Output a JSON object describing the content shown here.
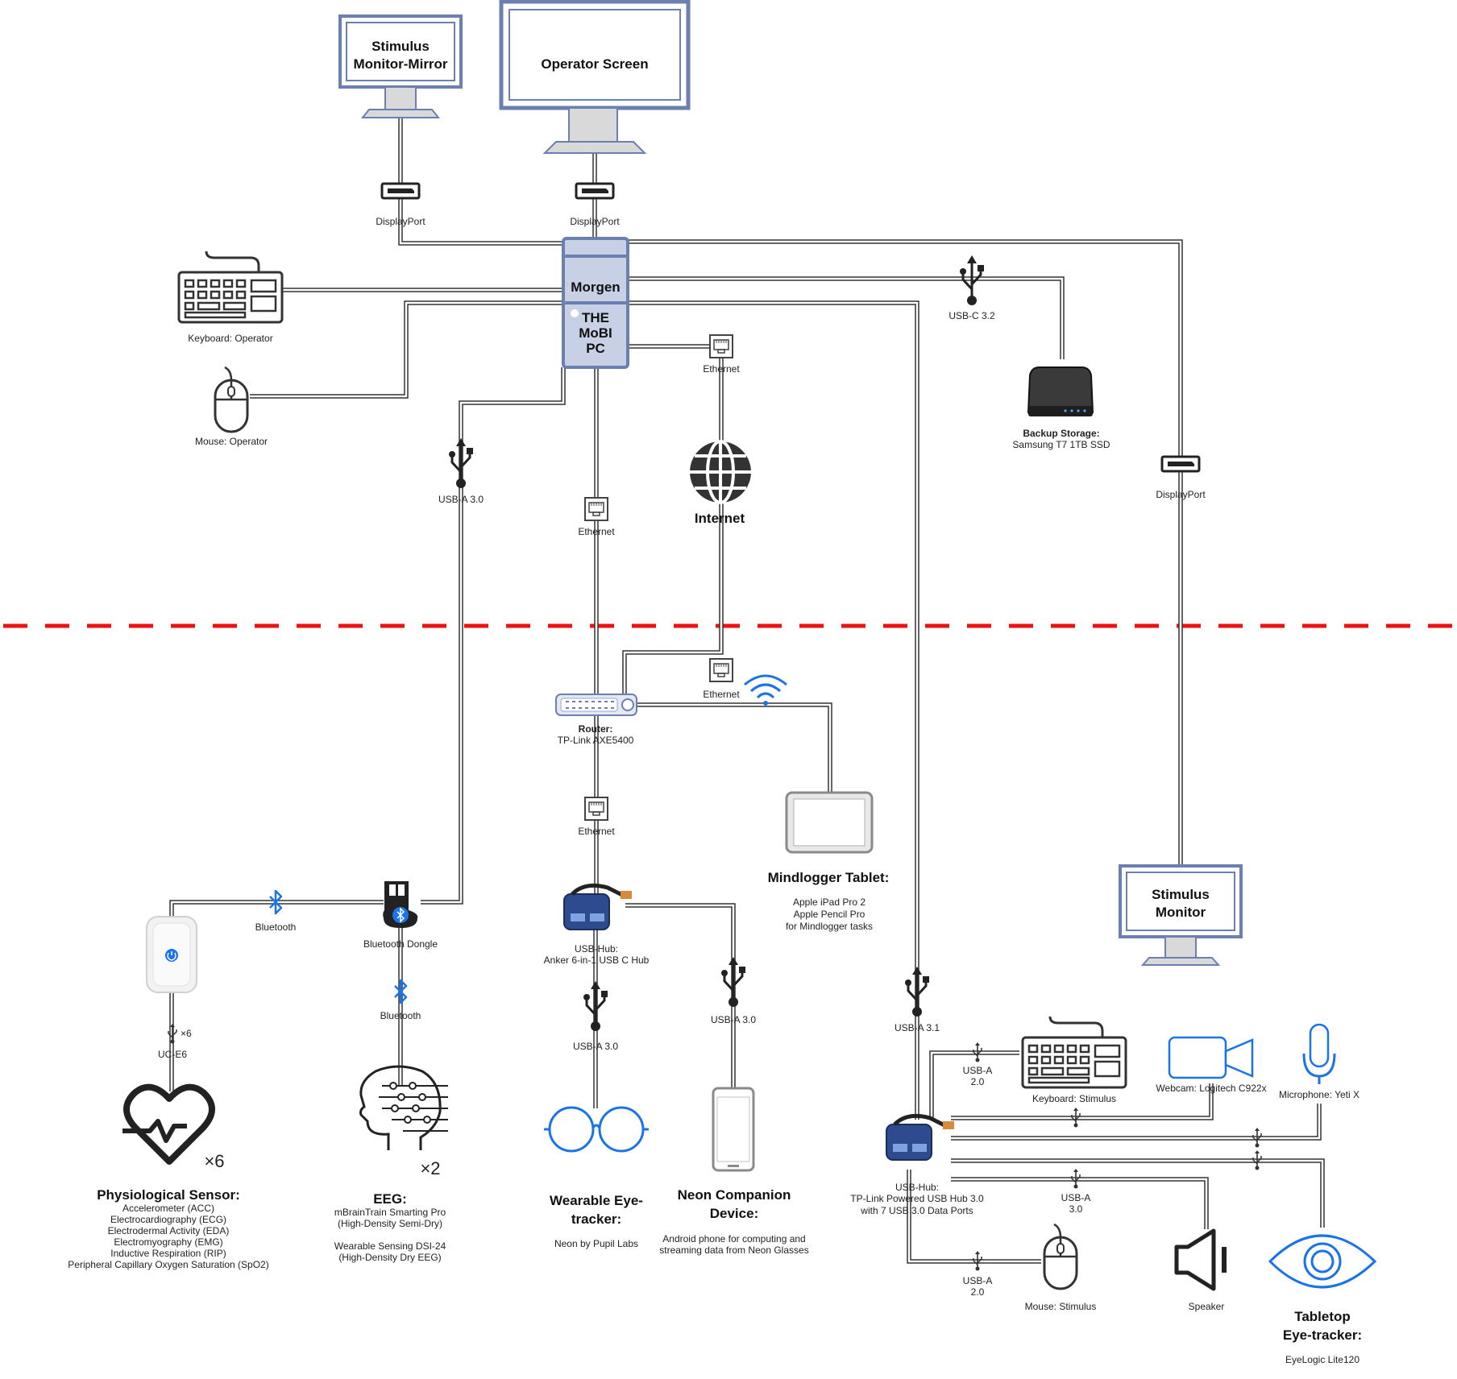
{
  "title": "",
  "nodes": {
    "stimulus_mirror": "Stimulus Monitor-Mirror",
    "operator_screen": "Operator Screen",
    "pc_name": "Morgen",
    "pc_sub": [
      "THE",
      "MoBI",
      "PC"
    ],
    "stimulus_monitor": [
      "Stimulus",
      "Monitor"
    ],
    "keyboard_operator": "Keyboard: Operator",
    "mouse_operator": "Mouse: Operator",
    "backup_title": "Backup Storage:",
    "backup_sub": "Samsung T7 1TB SSD",
    "internet": "Internet",
    "router_title": "Router:",
    "router_sub": "TP-Link AXE5400",
    "tablet_title": "Mindlogger Tablet:",
    "tablet_lines": [
      "Apple iPad Pro 2",
      "Apple Pencil Pro",
      "for Mindlogger tasks"
    ],
    "hub1_title": "USB-Hub:",
    "hub1_sub": "Anker 6-in-1 USB C Hub",
    "bt_dongle": "Bluetooth Dongle",
    "physio_title": "Physiological Sensor:",
    "physio_lines": [
      "Accelerometer (ACC)",
      "Electrocardiography (ECG)",
      "Electrodermal Activity (EDA)",
      "Electromyography (EMG)",
      "Inductive Respiration (RIP)",
      "Peripheral Capillary Oxygen Saturation (SpO2)"
    ],
    "physio_count": "×6",
    "eeg_title": "EEG:",
    "eeg_lines": [
      "mBrainTrain Smarting Pro",
      "(High-Density Semi-Dry)",
      "",
      "Wearable Sensing DSI-24",
      "(High-Density Dry EEG)"
    ],
    "eeg_count": "×2",
    "wearable_title": [
      "Wearable Eye-",
      "tracker:"
    ],
    "wearable_sub": "Neon by Pupil Labs",
    "neon_title": [
      "Neon Companion",
      "Device:"
    ],
    "neon_lines": [
      "Android phone for computing and",
      "streaming data from Neon Glasses"
    ],
    "hub2_title": "USB-Hub:",
    "hub2_lines": [
      "TP-Link Powered USB Hub 3.0",
      "with 7 USB 3.0 Data Ports"
    ],
    "keyboard_stimulus": "Keyboard: Stimulus",
    "webcam": "Webcam: Logitech C922x",
    "microphone": "Microphone: Yeti X",
    "mouse_stimulus": "Mouse: Stimulus",
    "speaker": "Speaker",
    "tabletop_title": [
      "Tabletop",
      "Eye-tracker:"
    ],
    "tabletop_sub": "EyeLogic Lite120"
  },
  "connectors": {
    "displayport": "DisplayPort",
    "ethernet": "Ethernet",
    "usb_c_32": "USB-C 3.2",
    "usb_a_30": "USB-A 3.0",
    "usb_a_31": "USB-A 3.1",
    "usb_a_20": [
      "USB-A",
      "2.0"
    ],
    "usb_a_30_split": [
      "USB-A",
      "3.0"
    ],
    "bluetooth": "Bluetooth",
    "uc_e6": "UC-E6",
    "uc_e6_count": "×6"
  },
  "colors": {
    "monitor_frame": "#6b7fb0",
    "pc_frame": "#6b7fb0",
    "pc_fill": "#c8d0e6",
    "boundary": "#ee1111",
    "accent_blue": "#1a73e8",
    "wire": "#333333"
  },
  "icons": [
    "keyboard-icon",
    "mouse-icon",
    "usb-icon",
    "ethernet-icon",
    "globe-icon",
    "ssd-icon",
    "displayport-icon",
    "router-icon",
    "wifi-icon",
    "tablet-icon",
    "usb-hub-icon",
    "bluetooth-icon",
    "bluetooth-dongle-icon",
    "heart-icon",
    "eeg-head-icon",
    "glasses-icon",
    "phone-icon",
    "webcam-icon",
    "microphone-icon",
    "speaker-icon",
    "eye-icon"
  ]
}
